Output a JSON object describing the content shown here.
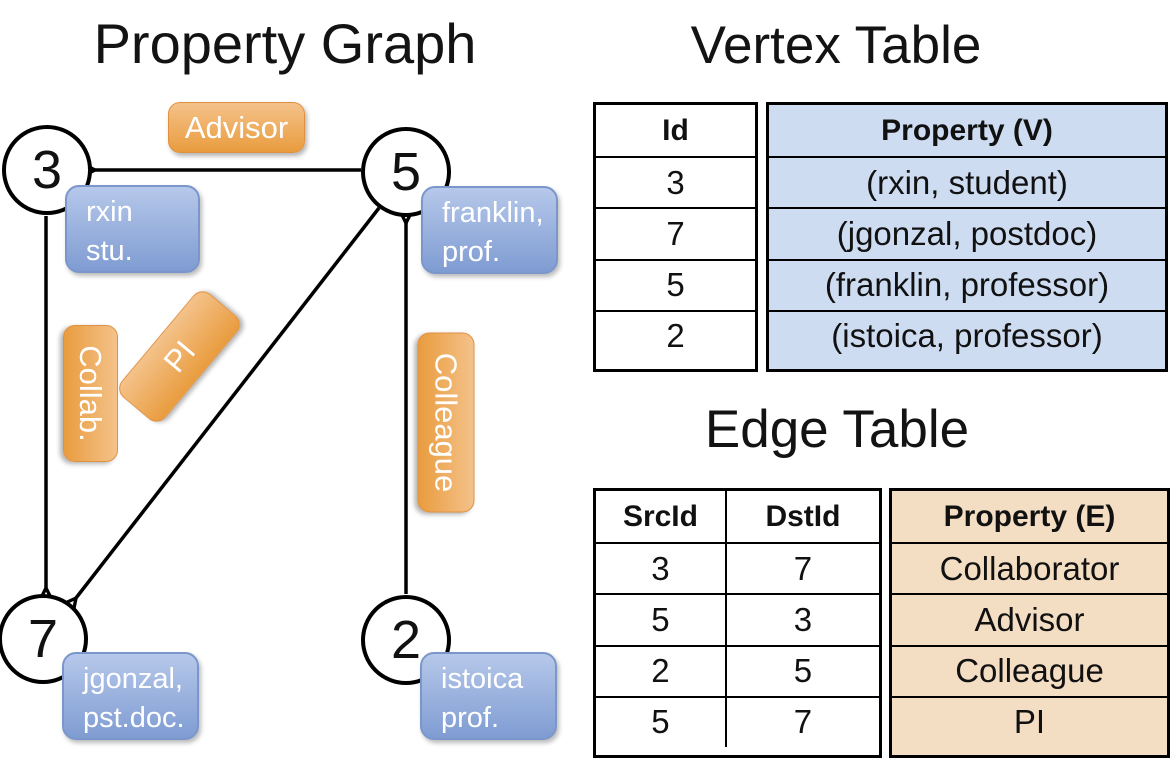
{
  "graph": {
    "title": "Property Graph",
    "nodes": [
      {
        "id": "3",
        "label_lines": [
          "rxin",
          "stu."
        ]
      },
      {
        "id": "5",
        "label_lines": [
          "franklin,",
          "prof."
        ]
      },
      {
        "id": "7",
        "label_lines": [
          "jgonzal,",
          "pst.doc."
        ]
      },
      {
        "id": "2",
        "label_lines": [
          "istoica",
          "prof."
        ]
      }
    ],
    "edges": [
      {
        "label": "Advisor",
        "src": "5",
        "dst": "3"
      },
      {
        "label": "Collab.",
        "src": "3",
        "dst": "7"
      },
      {
        "label": "PI",
        "src": "5",
        "dst": "7"
      },
      {
        "label": "Colleague",
        "src": "2",
        "dst": "5"
      }
    ]
  },
  "vertex_table": {
    "title": "Vertex Table",
    "columns": [
      "Id",
      "Property (V)"
    ],
    "rows": [
      {
        "id": "3",
        "property": "(rxin, student)"
      },
      {
        "id": "7",
        "property": "(jgonzal, postdoc)"
      },
      {
        "id": "5",
        "property": "(franklin, professor)"
      },
      {
        "id": "2",
        "property": "(istoica, professor)"
      }
    ]
  },
  "edge_table": {
    "title": "Edge Table",
    "columns": [
      "SrcId",
      "DstId",
      "Property (E)"
    ],
    "rows": [
      {
        "src": "3",
        "dst": "7",
        "property": "Collaborator"
      },
      {
        "src": "5",
        "dst": "3",
        "property": "Advisor"
      },
      {
        "src": "2",
        "dst": "5",
        "property": "Colleague"
      },
      {
        "src": "5",
        "dst": "7",
        "property": "PI"
      }
    ]
  },
  "colors": {
    "edge_label_fill_top": "#F4C28A",
    "edge_label_fill_bottom": "#E99C3E",
    "vertex_label_fill_top": "#B6C8EA",
    "vertex_label_fill_bottom": "#7F9CD2",
    "vertex_table_property_fill": "#CEDCF2",
    "edge_table_property_fill": "#F3DDC3",
    "line_color": "#000000",
    "label_text_color": "#FFFFFF"
  }
}
